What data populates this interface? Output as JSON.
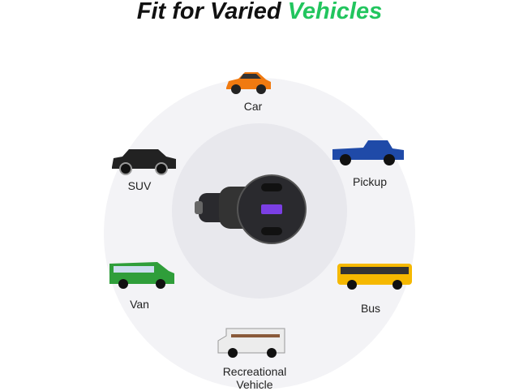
{
  "title": {
    "part1": "Fit for Varied ",
    "part2": "Vehicles",
    "accent": "#22c55e"
  },
  "vehicles": [
    {
      "label": "Car",
      "color": "#f07a10"
    },
    {
      "label": "SUV",
      "color": "#222"
    },
    {
      "label": "Pickup",
      "color": "#1f4aa8"
    },
    {
      "label": "Van",
      "color": "#2f9e3a"
    },
    {
      "label": "Bus",
      "color": "#f5b800"
    },
    {
      "label": "Recreational",
      "label2": "Vehicle",
      "color": "#e8e8e8"
    }
  ]
}
